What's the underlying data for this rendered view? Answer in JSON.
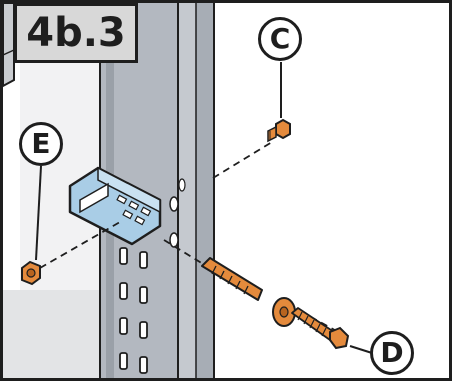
{
  "step": {
    "label": "4b.3"
  },
  "callouts": {
    "c": {
      "letter": "C",
      "part": "screw"
    },
    "e": {
      "letter": "E",
      "part": "nut"
    },
    "d": {
      "letter": "D",
      "part": "wall-plug-and-screw"
    }
  },
  "colors": {
    "outline": "#1e1e1e",
    "post_gray": "#b3b8c0",
    "post_dark": "#8e949c",
    "bracket_blue": "#a9cde6",
    "hardware_orange": "#e48a3c",
    "step_box_gray": "#d8d8d8",
    "wall_light": "#e8e9eb"
  }
}
